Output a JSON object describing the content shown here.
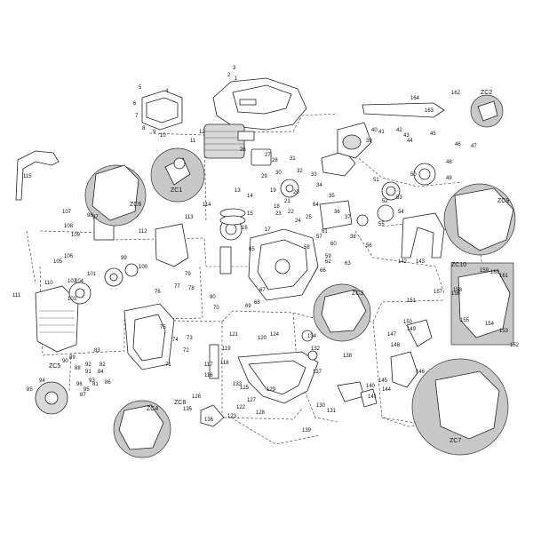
{
  "diagram": {
    "zoom_callouts": [
      "ZC1",
      "ZC2",
      "ZC3",
      "ZC4",
      "ZC5",
      "ZC6",
      "ZC7",
      "ZC8",
      "ZC9",
      "ZC10"
    ],
    "part_numbers": [
      "1",
      "2",
      "3",
      "4",
      "5",
      "6",
      "7",
      "8",
      "9",
      "10",
      "11",
      "12",
      "13",
      "14",
      "15",
      "16",
      "17",
      "18",
      "19",
      "20",
      "21",
      "22",
      "23",
      "24",
      "25",
      "26",
      "27",
      "28",
      "29",
      "30",
      "31",
      "32",
      "33",
      "34",
      "35",
      "36",
      "37",
      "38",
      "39",
      "40",
      "41",
      "42",
      "43",
      "44",
      "45",
      "46",
      "47",
      "48",
      "49",
      "50",
      "51",
      "52",
      "53",
      "54",
      "55",
      "56",
      "57",
      "58",
      "59",
      "60",
      "61",
      "62",
      "63",
      "64",
      "65",
      "66",
      "67",
      "68",
      "69",
      "70",
      "71",
      "72",
      "73",
      "74",
      "75",
      "76",
      "77",
      "78",
      "79",
      "80",
      "81",
      "82",
      "83",
      "84",
      "85",
      "86",
      "87",
      "88",
      "89",
      "90",
      "91",
      "92",
      "93",
      "94",
      "95",
      "96",
      "97",
      "98",
      "99",
      "100",
      "101",
      "102",
      "103",
      "104",
      "105",
      "106",
      "107",
      "108",
      "109",
      "110",
      "111",
      "112",
      "113",
      "114",
      "115",
      "116",
      "117",
      "118",
      "119",
      "120",
      "121",
      "122",
      "123",
      "124",
      "125",
      "126",
      "127",
      "128",
      "129",
      "130",
      "131",
      "132",
      "133",
      "134",
      "135",
      "136",
      "137",
      "138",
      "139",
      "140",
      "141",
      "142",
      "143",
      "144",
      "145",
      "146",
      "147",
      "148",
      "149",
      "150",
      "151",
      "152",
      "153",
      "154",
      "155",
      "156",
      "157",
      "158",
      "159",
      "160",
      "161",
      "162",
      "163",
      "164"
    ]
  }
}
